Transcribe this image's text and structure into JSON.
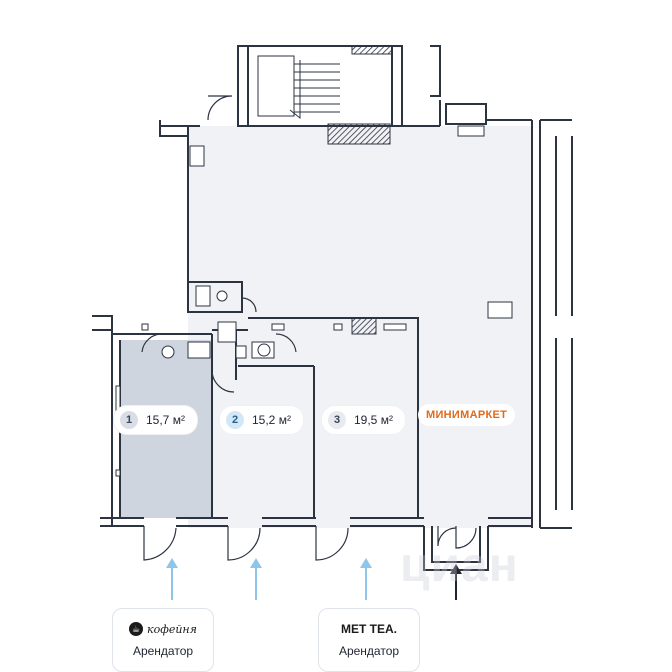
{
  "rooms": [
    {
      "number": "1",
      "area": "15,7 м²"
    },
    {
      "number": "2",
      "area": "15,2 м²"
    },
    {
      "number": "3",
      "area": "19,5 м²"
    }
  ],
  "market_label": "МИНИМАРКЕТ",
  "tenants": [
    {
      "brand": "кофейня",
      "caption": "Арендатор",
      "logo_icon": "coffee-logo-icon"
    },
    {
      "brand": "МЕТ ТЕА.",
      "caption": "Арендатор"
    }
  ],
  "watermark": "циан",
  "colors": {
    "floor": "#f1f2f5",
    "room_highlight": "#cfd5de",
    "wall": "#2c3442",
    "arrow_blue": "#8ec5ea",
    "arrow_dark": "#1f2430",
    "accent_orange": "#e06a1a"
  }
}
